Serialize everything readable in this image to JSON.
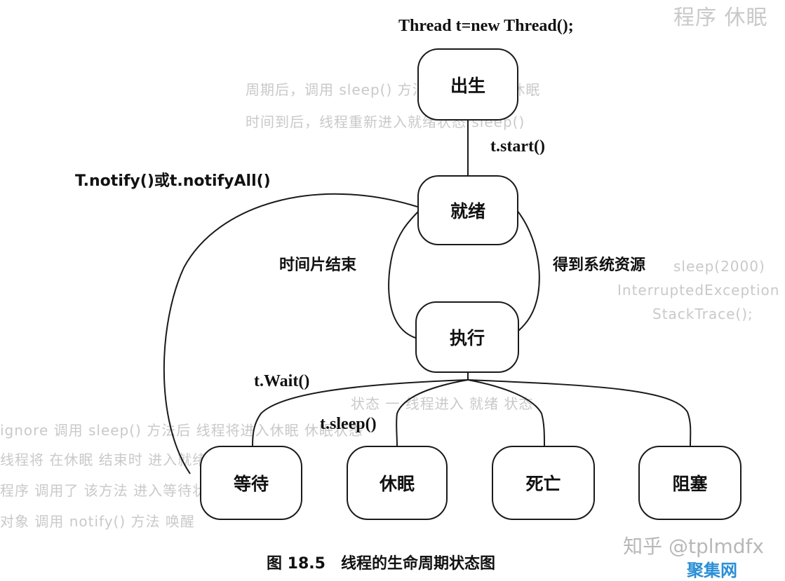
{
  "nodes": {
    "born": "出生",
    "ready": "就绪",
    "running": "执行",
    "waiting": "等待",
    "sleeping": "休眠",
    "dead": "死亡",
    "blocked": "阻塞"
  },
  "labels": {
    "new_thread": "Thread t=new Thread();",
    "start": "t.start()",
    "notify": "T.notify()或t.notifyAll()",
    "time_slice_end": "时间片结束",
    "get_resources": "得到系统资源",
    "wait": "t.Wait()",
    "sleep": "t.sleep()"
  },
  "caption": {
    "figure_number": "图 18.5",
    "title": "线程的生命周期状态图"
  },
  "watermark": {
    "handle": "知乎 @tplmdfx",
    "site": "聚集网"
  }
}
